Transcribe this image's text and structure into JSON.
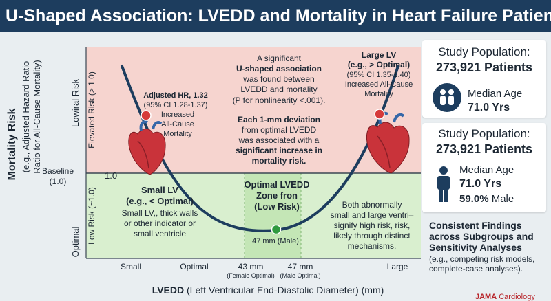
{
  "title": "U-Shaped Association: LVEDD and Mortality in Heart Failure Patients",
  "chart_data": {
    "type": "line",
    "title": "U-Shaped Association: LVEDD and Mortality in Heart Failure Patients",
    "xlabel_bold": "LVEDD",
    "xlabel_rest": "(Left Ventricular End-Diastolic Diameter) (mm)",
    "ylabel": "Mortality Risk",
    "ylabel_sub1": "(e.g., Adjusted Hazard Ratio",
    "ylabel_sub2": "Ratio for All-Cause Mortality)",
    "y_axis_words": [
      "Lowiral Risk",
      "Baseline",
      "(1.0)",
      "Optimal"
    ],
    "y_band_labels": [
      "Elevated Risk (> 1.0)",
      "Low Risk (~1.0)"
    ],
    "baseline_label": "1.0",
    "x_ticks": [
      "Small",
      "Optimal",
      "43 mm",
      "47 mm",
      "Large"
    ],
    "x_tick_notes": [
      "(Female Optimal)",
      "(Male Optimal)"
    ],
    "optimal_marker_label": "47 mm (Male)",
    "curve_shape": "U",
    "series": [
      {
        "points": [
          {
            "x": "Small",
            "marker": true
          },
          {
            "x": "47 mm (Male)",
            "marker": true
          },
          {
            "x": "Large",
            "marker": true
          }
        ]
      }
    ],
    "colors": {
      "curve": "#1d3d5e",
      "risk_marker": "#d63a3a",
      "optimal_marker": "#2f9a3f",
      "elevated_band": "#f6d4cf",
      "low_band": "#d9efcf",
      "optimal_zone": "#c4e6b6"
    },
    "annotations": {
      "left_hr": [
        "Adjusted HR, 1.32",
        "(95% CI 1.28-1.37)",
        "Increased",
        "All-Cause",
        "Mortality"
      ],
      "center_top": [
        "A significant",
        "U-shaped association",
        "was found between",
        "LVEDD and mortality",
        "(P for nonlinearity <.001)."
      ],
      "center_mid": [
        "Each 1-mm deviation",
        "from optimal LVEDD",
        "was associated with a",
        "significant increase in",
        "mortality risk."
      ],
      "right_hr": [
        "Large LV",
        "(e.g., > Optimal)",
        "(95% CI 1.35-1.40)",
        "Increased All-Cause",
        "Mortality"
      ],
      "small_lv": [
        "Small LV",
        "(e.g., < Optimal)",
        "Small LV,, thick walls",
        "or other indicator or",
        "small ventricle"
      ],
      "optimal_zone": [
        "Optimal LVEDD",
        "Zone fron",
        "(Low Risk)"
      ],
      "both_abnormal": [
        "Both abnormally",
        "small and large ventri–",
        "signify high risk, risk,",
        "likely through distinct",
        "mechanisms."
      ]
    }
  },
  "side_panel": {
    "study1_label": "Study Population:",
    "study1_value": "273,921 Patients",
    "median1_label": "Median Age",
    "median1_value": "71.0 Yrs",
    "study2_label": "Study Population:",
    "study2_value": "273,921 Patients",
    "median2_label": "Median Age",
    "median2_value": "71.0 Yrs",
    "male_pct": "59.0%",
    "male_label": "Male",
    "findings_title": "Consistent Findings across Subgroups and Sensitivity Analyses",
    "findings_text": "(e.g., competing risk models, complete-case analyses)."
  },
  "journal": {
    "bold": "JAMA",
    "rest": "Cardiology"
  }
}
